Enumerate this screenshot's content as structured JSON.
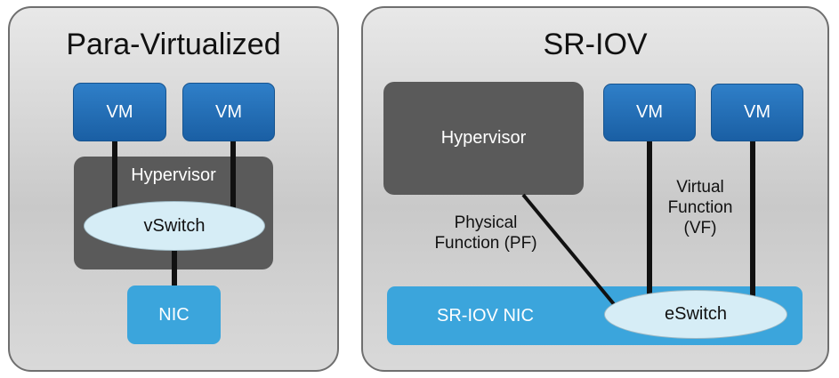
{
  "left_panel": {
    "title": "Para-Virtualized",
    "vm1": "VM",
    "vm2": "VM",
    "hypervisor": "Hypervisor",
    "vswitch": "vSwitch",
    "nic": "NIC"
  },
  "right_panel": {
    "title": "SR-IOV",
    "hypervisor": "Hypervisor",
    "vm1": "VM",
    "vm2": "VM",
    "pf_label_line1": "Physical",
    "pf_label_line2": "Function (PF)",
    "vf_label_line1": "Virtual",
    "vf_label_line2": "Function",
    "vf_label_line3": "(VF)",
    "nic": "SR-IOV NIC",
    "eswitch": "eSwitch"
  },
  "colors": {
    "vm_blue": "#1f6db5",
    "nic_blue": "#3ba5dc",
    "hypervisor_gray": "#5a5a5a",
    "switch_fill": "#d6edf6"
  }
}
